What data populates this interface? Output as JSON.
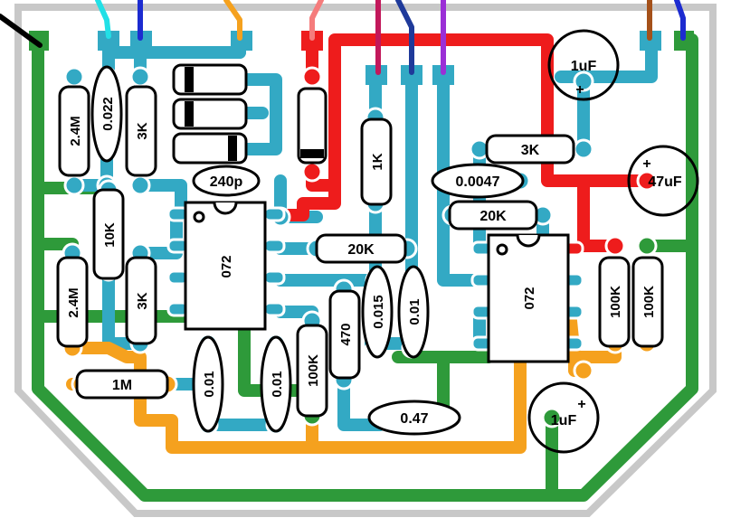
{
  "colors": {
    "green": "#2e9a3a",
    "blue": "#33a9c4",
    "red": "#ee1c1c",
    "orange": "#f5a11e",
    "outline": "#c8c8c8",
    "white": "#ffffff",
    "black": "#000000",
    "wire_cyan": "#22e0e6",
    "wire_blue": "#1c2bd0",
    "wire_orange": "#f5a11e",
    "wire_pink": "#f57c7c",
    "wire_magenta": "#c2185b",
    "wire_navy": "#1f3a9a",
    "wire_purple": "#9b2fd6",
    "wire_brown": "#a5511a",
    "wire_black": "#000000"
  },
  "components": {
    "r_2m4_top": "2.4M",
    "c_0022": "0.022",
    "r_3k_top": "3K",
    "c_240p": "240p",
    "r_10k": "10K",
    "r_2m4_bot": "2.4M",
    "r_3k_bot": "3K",
    "r_1m": "1M",
    "c_001_a": "0.01",
    "c_001_b": "0.01",
    "r_100k_a": "100K",
    "r_470": "470",
    "c_0015": "0.015",
    "c_001_c": "0.01",
    "c_047": "0.47",
    "r_20k_mid": "20K",
    "r_1k": "1K",
    "r_3k_right": "3K",
    "c_00047": "0.0047",
    "r_20k_right": "20K",
    "c_1uf_top": "1uF",
    "c_47uf": "47uF",
    "c_1uf_bot": "1uF",
    "r_100k_b": "100K",
    "r_100k_c": "100K",
    "ic_left": "072",
    "ic_right": "072",
    "plus": "+"
  }
}
